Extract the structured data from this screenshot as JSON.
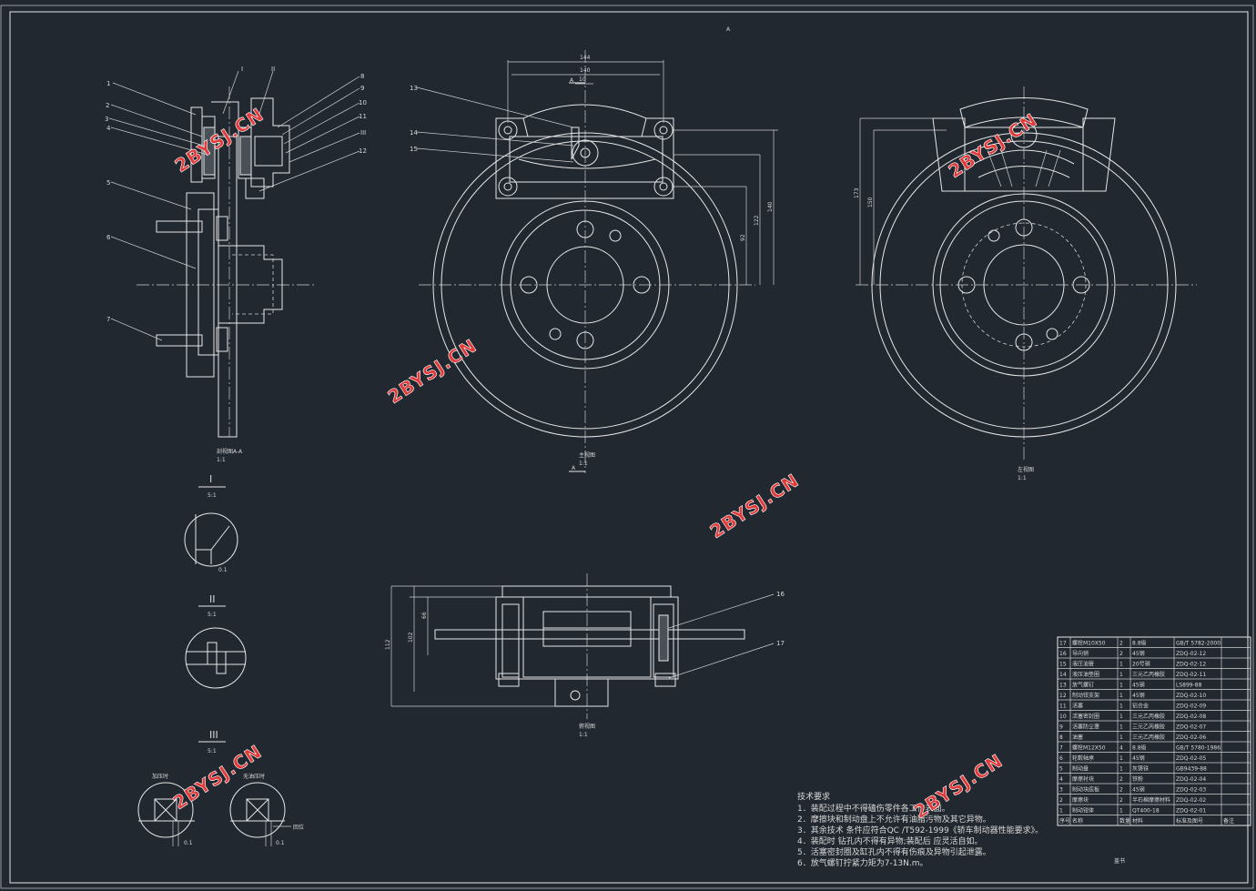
{
  "frame_top_label": "A",
  "views": {
    "section_view": {
      "caption": "剖视图A-A",
      "scale": "1:1"
    },
    "left_view": {
      "caption": "左视图",
      "scale": "1:1"
    },
    "main_view": {
      "caption": "主视图",
      "scale": "1:1",
      "section_mark": "A"
    },
    "bottom_view": {
      "caption": "俯视图",
      "scale": "1:1"
    }
  },
  "details": [
    {
      "roman": "I",
      "scale": "5:1",
      "dim": "0.1"
    },
    {
      "roman": "II",
      "scale": "5:1"
    },
    {
      "roman": "III",
      "scale": "5:1",
      "left_caption": "加压时",
      "right_caption": "无油压时",
      "dim_left": "0.1",
      "dim_right": "0.1",
      "side_note": "回位"
    }
  ],
  "part_callouts_section": [
    "1",
    "2",
    "3",
    "4",
    "5",
    "6",
    "7",
    "8",
    "9",
    "10",
    "11",
    "12"
  ],
  "roman_callouts_section": [
    "I",
    "II",
    "III"
  ],
  "main_view_callouts": [
    "13",
    "14",
    "15"
  ],
  "bottom_view_callouts": [
    "16",
    "17"
  ],
  "dims_main": {
    "top1": "144",
    "top2": "140",
    "small": "10",
    "v1": "92",
    "v2": "122",
    "v3": "140"
  },
  "dims_left": {
    "v1": "150",
    "v2": "173"
  },
  "dims_bottom": {
    "h1": "112",
    "h2": "102",
    "h3": "66"
  },
  "watermark": "2BYSJ.CN",
  "tech_requirements": {
    "title": "技术要求",
    "items": [
      "1．装配过程中不得磕伤零件各工作表面。",
      "2．摩擦块和制动盘上不允许有油脂污物及其它异物。",
      "3．其余技术 条件应符合QC /T592-1999《轿车制动器性能要求》。",
      "4．装配时 钻孔内不得有异物;装配后 应灵活自如。",
      "5．活塞密封圈及缸孔内不得有伤痕及异物引起泄露。",
      "6．放气螺钉拧紧力矩为7-13N.m。"
    ]
  },
  "bom_footer": "盖书",
  "bom": {
    "rows": [
      [
        "17",
        "螺栓M10X50",
        "2",
        "8.8级",
        "GB/T 5782-2000",
        ""
      ],
      [
        "16",
        "导向销",
        "2",
        "45钢",
        "ZDQ-02-12",
        ""
      ],
      [
        "15",
        "液压油管",
        "1",
        "20号钢",
        "ZDQ-02-12",
        ""
      ],
      [
        "14",
        "液压油垫圈",
        "1",
        "三元乙丙橡胶",
        "ZDQ-02-11",
        ""
      ],
      [
        "13",
        "放气螺钉",
        "1",
        "45钢",
        "LS899-88",
        ""
      ],
      [
        "12",
        "制动钳支架",
        "1",
        "45钢",
        "ZDQ-02-10",
        ""
      ],
      [
        "11",
        "活塞",
        "1",
        "铝合金",
        "ZDQ-02-09",
        ""
      ],
      [
        "10",
        "活塞密封圈",
        "1",
        "三元乙丙橡胶",
        "ZDQ-02-08",
        ""
      ],
      [
        "9",
        "活塞防尘罩",
        "1",
        "三元乙丙橡胶",
        "ZDQ-02-07",
        ""
      ],
      [
        "8",
        "油塞",
        "1",
        "三元乙丙橡胶",
        "ZDQ-02-06",
        ""
      ],
      [
        "7",
        "螺栓M12X50",
        "4",
        "8.8级",
        "GB/T 5780-1986",
        ""
      ],
      [
        "6",
        "轮毂轴承",
        "1",
        "45钢",
        "ZDQ-02-05",
        ""
      ],
      [
        "5",
        "制动盘",
        "1",
        "灰铸铁",
        "GB9439-88",
        ""
      ],
      [
        "4",
        "摩擦衬块",
        "2",
        "铁粉",
        "ZDQ-02-04",
        ""
      ],
      [
        "3",
        "制动块底板",
        "2",
        "45钢",
        "ZDQ-02-03",
        ""
      ],
      [
        "2",
        "摩擦块",
        "2",
        "半石棉摩擦材料",
        "ZDQ-02-02",
        ""
      ],
      [
        "1",
        "制动钳体",
        "1",
        "QT400-18",
        "ZDQ-02-01",
        ""
      ]
    ],
    "header": [
      "序号",
      "名称",
      "数量",
      "材料",
      "标准及图号",
      "备注"
    ]
  }
}
